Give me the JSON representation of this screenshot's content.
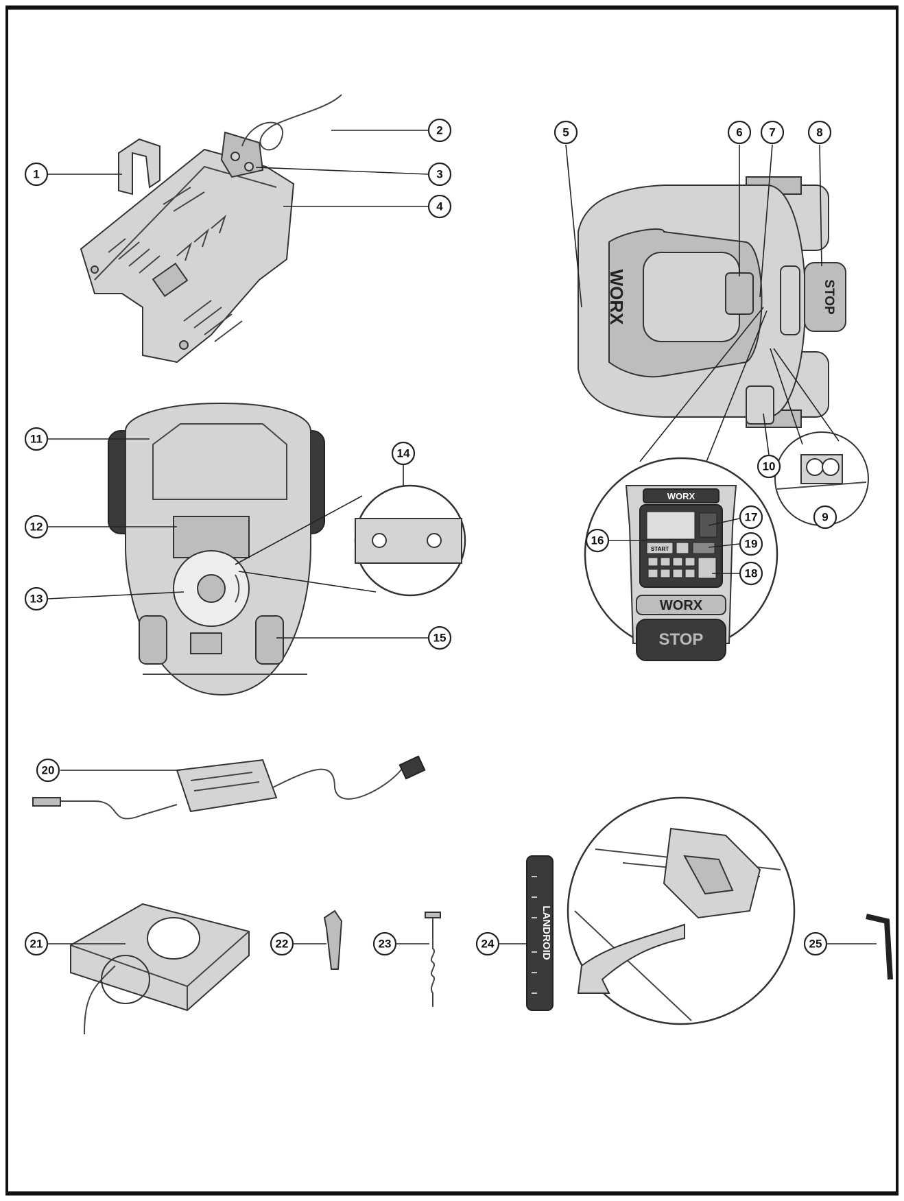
{
  "callouts": {
    "c1": "1",
    "c2": "2",
    "c3": "3",
    "c4": "4",
    "c5": "5",
    "c6": "6",
    "c7": "7",
    "c8": "8",
    "c9": "9",
    "c10": "10",
    "c11": "11",
    "c12": "12",
    "c13": "13",
    "c14": "14",
    "c15": "15",
    "c16": "16",
    "c17": "17",
    "c18": "18",
    "c19": "19",
    "c20": "20",
    "c21": "21",
    "c22": "22",
    "c23": "23",
    "c24": "24",
    "c25": "25"
  },
  "labels": {
    "brand_mower": "WORX",
    "stop_mower": "STOP",
    "brand_panel": "WORX",
    "brand_panel_bar": "WORX",
    "stop_panel": "STOP",
    "start_key": "START",
    "ruler_brand": "LANDROID"
  },
  "colors": {
    "frame": "#111111",
    "part_fill": "#d4d4d4",
    "dark_fill": "#3a3a3a"
  },
  "icons": [
    "power-icon",
    "home-icon",
    "arrow-curve-icon",
    "rotation-arrow-icon"
  ]
}
